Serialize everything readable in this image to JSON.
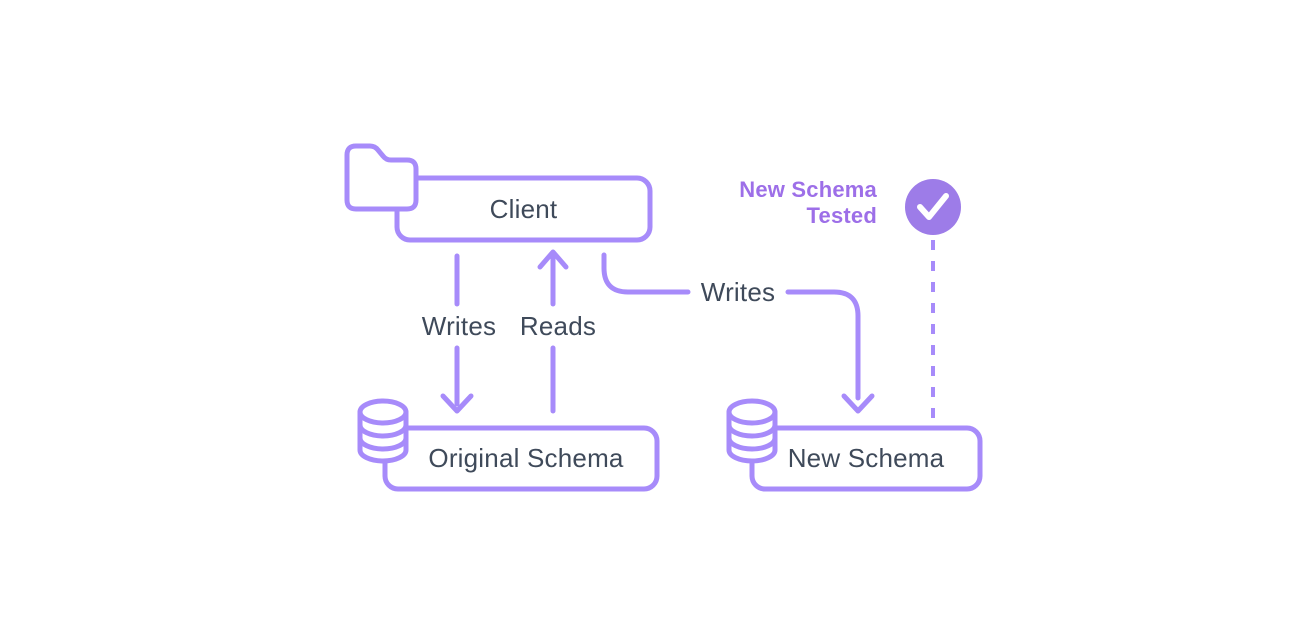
{
  "diagram": {
    "title": "schema-migration-flow",
    "nodes": {
      "client": {
        "label": "Client",
        "icon": "folder-icon"
      },
      "original_schema": {
        "label": "Original Schema",
        "icon": "database-icon"
      },
      "new_schema": {
        "label": "New Schema",
        "icon": "database-icon"
      }
    },
    "edges": {
      "writes_left": {
        "label": "Writes",
        "from": "client",
        "to": "original_schema",
        "style": "solid-arrow-down"
      },
      "reads": {
        "label": "Reads",
        "from": "original_schema",
        "to": "client",
        "style": "solid-arrow-up"
      },
      "writes_right": {
        "label": "Writes",
        "from": "client",
        "to": "new_schema",
        "style": "solid-curved-arrow"
      },
      "tested_link": {
        "label": "",
        "from": "tested_badge",
        "to": "new_schema",
        "style": "dashed"
      }
    },
    "annotation": {
      "line1": "New Schema",
      "line2": "Tested",
      "icon": "check-icon"
    },
    "colors": {
      "stroke_purple": "#a78bfa",
      "badge_fill": "#9d7ce8",
      "annotation_text": "#9d6fe8",
      "node_text": "#3f4a5a",
      "background": "#ffffff"
    }
  }
}
